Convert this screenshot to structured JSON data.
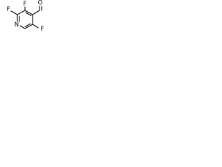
{
  "molecule": {
    "atoms": {
      "n1": "N",
      "f2": "F",
      "f3": "F",
      "f5": "F",
      "o_aldehyde": "O"
    },
    "colors": {
      "bond": "#000000",
      "label": "#000000",
      "background": "#ffffff"
    }
  }
}
